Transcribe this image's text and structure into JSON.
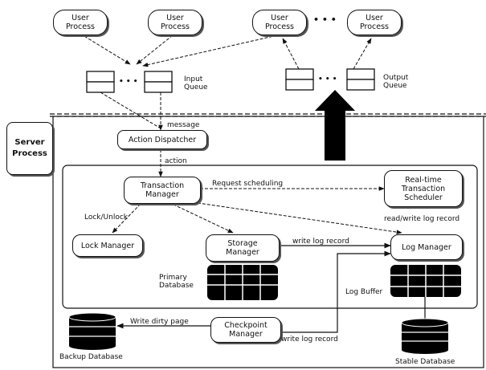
{
  "user_processes": [
    "User\nProcess",
    "User\nProcess",
    "User\nProcess",
    "User\nProcess"
  ],
  "ellipsis": "• • •",
  "queue_ellipsis": "• • •",
  "input_queue": "Input\nQueue",
  "output_queue": "Output\nQueue",
  "server_process": "Server\nProcess",
  "action_dispatcher": "Action Dispatcher",
  "message": "message",
  "action": "action",
  "transaction_manager": "Transaction\nManager",
  "request_scheduling": "Request scheduling",
  "rt_scheduler": "Real-time\nTransaction\nScheduler",
  "rw_log": "read/write log record",
  "lock_unlock": "Lock/Unlock",
  "lock_manager": "Lock Manager",
  "storage_manager": "Storage\nManager",
  "write_log_record": "write log record",
  "log_manager": "Log Manager",
  "primary_database": "Primary\nDatabase",
  "log_buffer": "Log Buffer",
  "write_dirty_page": "Write dirty page",
  "checkpoint_manager": "Checkpoint\nManager",
  "write_log_record_2": "write log record",
  "backup_database": "Backup Database",
  "stable_database": "Stable Database"
}
